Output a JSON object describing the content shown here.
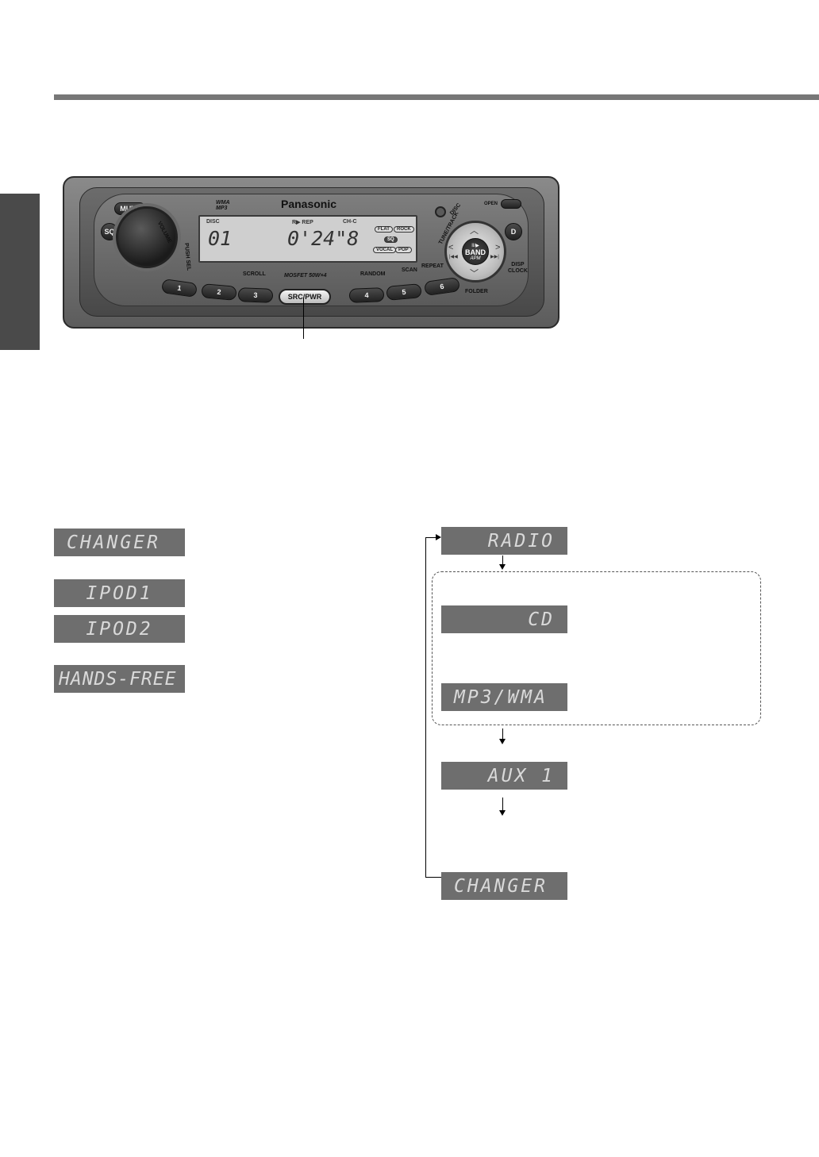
{
  "colors": {
    "rule": "#777777",
    "side_tab": "#4a4a4a",
    "display_bg": "#6e6e6e",
    "display_text": "#d9d9d9"
  },
  "faceplate": {
    "brand": "Panasonic",
    "format_badge": [
      "WMA",
      "MP3"
    ],
    "buttons": {
      "mute": "MUTE",
      "sq": "SQ",
      "open": "OPEN",
      "d": "D",
      "presets": [
        "1",
        "2",
        "3",
        "4",
        "5",
        "6"
      ],
      "src_pwr": "SRC/PWR"
    },
    "labels": {
      "volume": "VOLUME",
      "push_sel": "PUSH SEL",
      "tune_track": "TUNE/TRACK",
      "disc": "DISC",
      "disp_clock": [
        "DISP",
        "CLOCK"
      ],
      "folder": "FOLDER",
      "scroll": "SCROLL",
      "random": "RANDOM",
      "scan": "SCAN",
      "repeat": "REPEAT",
      "mosfet": "MOSFET 50W×4"
    },
    "lcd": {
      "disc_indicator": "DISC",
      "rand_rep": "R▶ REP",
      "ch_c": "CH-C",
      "disc_number": "01",
      "time": "0'24\"8",
      "sound_modes": [
        "FLAT",
        "ROCK",
        "SQ",
        "VOCAL",
        "POP"
      ]
    },
    "dpad": {
      "center_top": "II/▶",
      "center_main": "BAND",
      "center_sub": "APM",
      "prev": "|◀◀",
      "next": "▶▶|"
    }
  },
  "left_displays": [
    "CHANGER",
    "IPOD1",
    "IPOD2",
    "HANDS-FREE"
  ],
  "flow_displays": {
    "radio": "RADIO",
    "cd": "CD",
    "mp3": "MP3/WMA",
    "aux": "AUX 1",
    "changer": "CHANGER"
  }
}
